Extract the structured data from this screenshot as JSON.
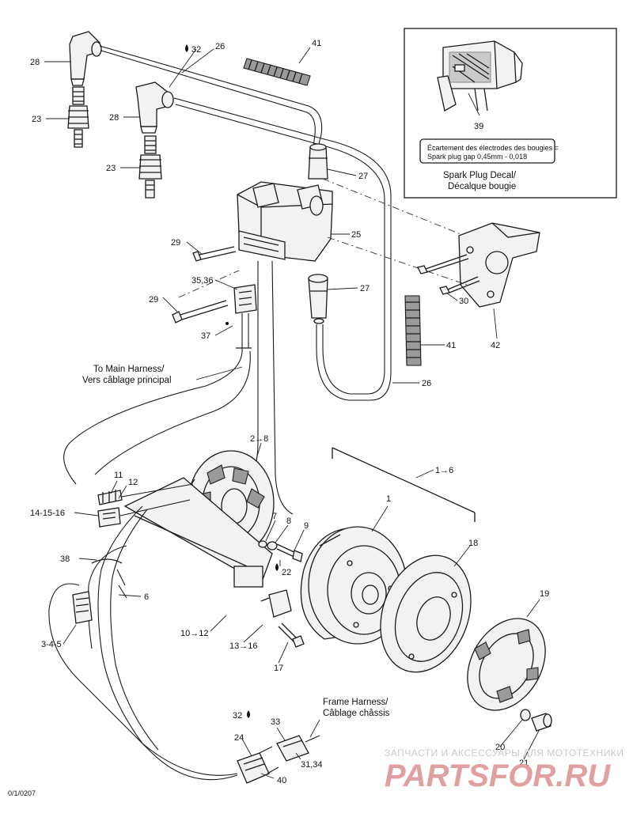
{
  "callouts": [
    {
      "id": "c41a",
      "text": "41"
    },
    {
      "id": "c26a",
      "text": "26"
    },
    {
      "id": "c32a",
      "text": "32"
    },
    {
      "id": "c28a",
      "text": "28"
    },
    {
      "id": "c23a",
      "text": "23"
    },
    {
      "id": "c28b",
      "text": "28"
    },
    {
      "id": "c23b",
      "text": "23"
    },
    {
      "id": "c27a",
      "text": "27"
    },
    {
      "id": "c25",
      "text": "25"
    },
    {
      "id": "c29a",
      "text": "29"
    },
    {
      "id": "c3536",
      "text": "35,36"
    },
    {
      "id": "c27b",
      "text": "27"
    },
    {
      "id": "c29b",
      "text": "29"
    },
    {
      "id": "c37",
      "text": "37"
    },
    {
      "id": "c30",
      "text": "30"
    },
    {
      "id": "c41b",
      "text": "41"
    },
    {
      "id": "c42",
      "text": "42"
    },
    {
      "id": "c26b",
      "text": "26"
    },
    {
      "id": "c2to8",
      "text": "2→8"
    },
    {
      "id": "c1to6",
      "text": "1→6"
    },
    {
      "id": "c11",
      "text": "11"
    },
    {
      "id": "c12",
      "text": "12"
    },
    {
      "id": "c141516",
      "text": "14-15-16"
    },
    {
      "id": "c1",
      "text": "1"
    },
    {
      "id": "c7",
      "text": "7"
    },
    {
      "id": "c8a",
      "text": "8"
    },
    {
      "id": "c9",
      "text": "9"
    },
    {
      "id": "c22",
      "text": "22"
    },
    {
      "id": "c18",
      "text": "18"
    },
    {
      "id": "c38",
      "text": "38"
    },
    {
      "id": "c6",
      "text": "6"
    },
    {
      "id": "c19",
      "text": "19"
    },
    {
      "id": "c345",
      "text": "3-4-5"
    },
    {
      "id": "c10to12",
      "text": "10→12"
    },
    {
      "id": "c13to16",
      "text": "13→16"
    },
    {
      "id": "c17",
      "text": "17"
    },
    {
      "id": "c32b",
      "text": "32"
    },
    {
      "id": "c33",
      "text": "33"
    },
    {
      "id": "c24",
      "text": "24"
    },
    {
      "id": "c3134",
      "text": "31,34"
    },
    {
      "id": "c40",
      "text": "40"
    },
    {
      "id": "c20",
      "text": "20"
    },
    {
      "id": "c21",
      "text": "21"
    },
    {
      "id": "c39",
      "text": "39"
    }
  ],
  "notes": {
    "main_harness_en": "To Main Harness/",
    "main_harness_fr": "Vers câblage principal",
    "frame_harness_en": "Frame Harness/",
    "frame_harness_fr": "Câblage châssis",
    "decal_title_en": "Spark Plug Decal/",
    "decal_title_fr": "Décalque bougie",
    "decal_line1": "Écartement des électrodes des bougies =",
    "decal_line2": "Spark plug gap        0,45mm - 0,018"
  },
  "drawing_code": "0/1/0207",
  "watermark": {
    "line1": "ЗАПЧАСТИ И АКСЕССУАРЫ ДЛЯ МОТОТЕХНИКИ",
    "line2": "PARTSFOR.RU"
  }
}
